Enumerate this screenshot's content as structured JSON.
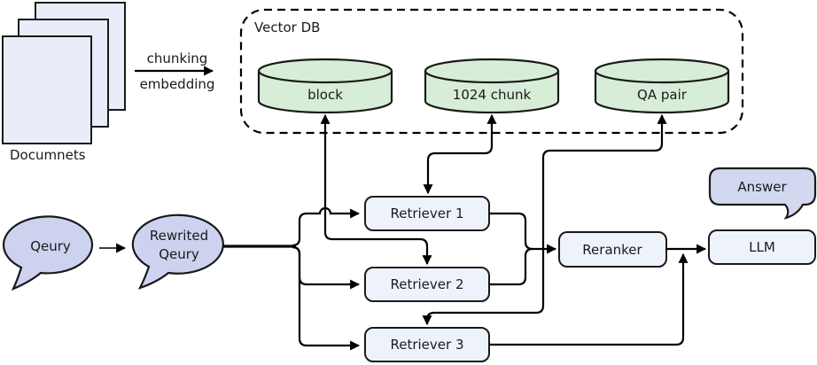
{
  "diagram": {
    "documents": {
      "label": "Documnets"
    },
    "ingest_arrow": {
      "top_label": "chunking",
      "bottom_label": "embedding"
    },
    "vector_db": {
      "title": "Vector DB",
      "stores": [
        {
          "label": "block"
        },
        {
          "label": "1024 chunk"
        },
        {
          "label": "QA pair"
        }
      ]
    },
    "bubbles": {
      "query": {
        "label": "Qeury"
      },
      "rewritten": {
        "line1": "Rewrited",
        "line2": "Qeury"
      },
      "answer": {
        "label": "Answer"
      }
    },
    "retrievers": [
      {
        "label": "Retriever 1"
      },
      {
        "label": "Retriever 2"
      },
      {
        "label": "Retriever 3"
      }
    ],
    "reranker": {
      "label": "Reranker"
    },
    "llm": {
      "label": "LLM"
    },
    "colors": {
      "store_fill": "#d8edd7",
      "node_fill": "#eef3fb",
      "doc_fill": "#e9edfa",
      "bubble_fill": "#cdd3ef",
      "answer_fill": "#d3d8f1",
      "line": "#000000"
    }
  }
}
